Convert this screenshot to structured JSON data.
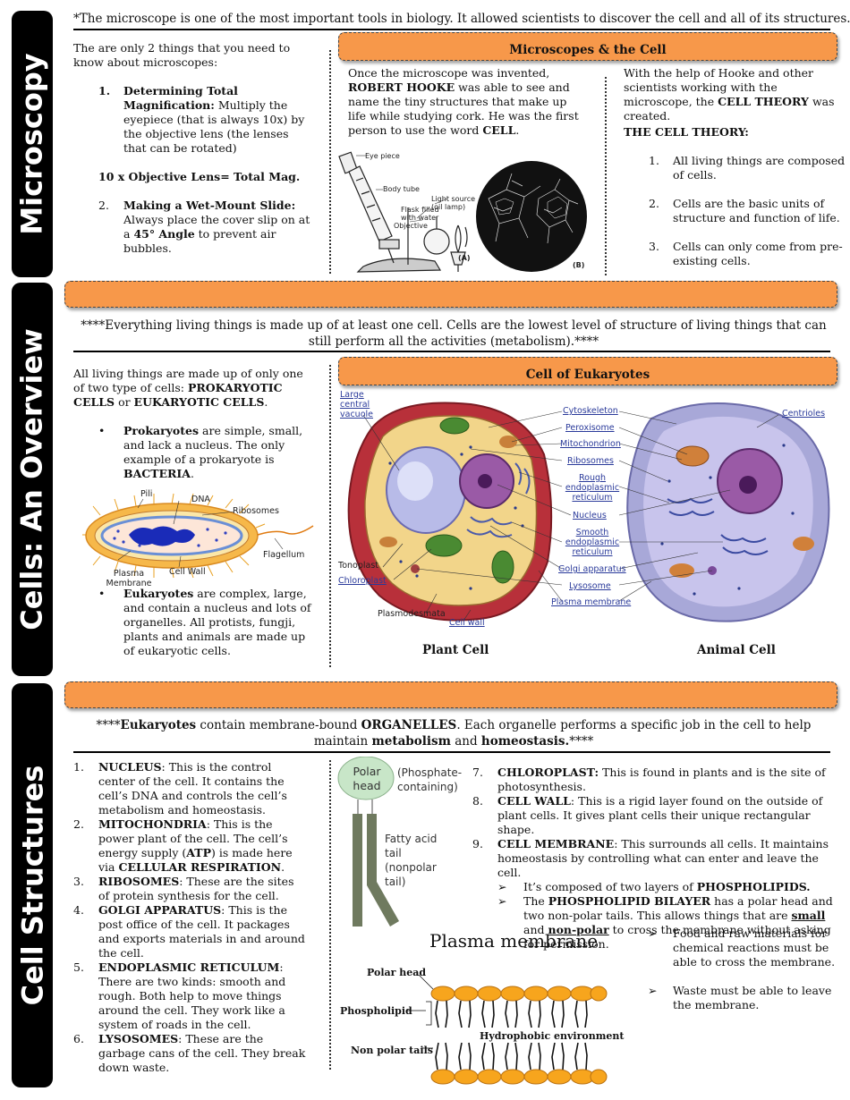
{
  "sidebar_labels": {
    "microscopy": "Microscopy",
    "cells_overview": "Cells: An Overview",
    "cell_structures": "Cell Structures"
  },
  "top_quote": "*The microscope is one of the most important tools in biology.  It allowed scientists to discover the cell and all of its structures.*",
  "microscopy": {
    "intro": "The are only 2 things that you need to know about microscopes:",
    "item1_title": "Determining Total Magnification:",
    "item1_text": " Multiply the eyepiece (that is always 10x) by the objective lens (the lenses that can be rotated)",
    "formula": "10 x Objective Lens= Total Mag.",
    "item2_title": "Making a Wet-Mount Slide:",
    "item2_text_a": "Always place the cover slip on at a ",
    "item2_bold": "45° Angle",
    "item2_text_b": " to prevent air bubbles."
  },
  "microscopes_cell": {
    "title": "Microscopes & the Cell",
    "hooke_a": "Once the microscope was invented, ",
    "hooke_bold": "ROBERT HOOKE",
    "hooke_b": " was able to see and name the tiny structures that make up life while studying cork.  He was the first person to use the word ",
    "hooke_word": "CELL",
    "hooke_end": ".",
    "diagram_labels": {
      "eye_piece": "Eye piece",
      "body_tube": "Body tube",
      "light_source": "Light source (oil lamp)",
      "flask": "Flask filled with water",
      "objective": "Objective",
      "a": "(A)",
      "b": "(B)"
    },
    "theory_intro_a": "With the help of Hooke and other scientists working with the microscope, the ",
    "theory_intro_bold": "CELL THEORY",
    "theory_intro_b": " was created.",
    "theory_title": "THE CELL THEORY:",
    "theory_points": [
      "All living things are composed of cells.",
      "Cells are the basic units of structure and function of life.",
      "Cells can only come from pre-existing cells."
    ]
  },
  "overview": {
    "quote": "****Everything living things is made up of at least one cell.  Cells are the lowest level of structure of living things that can still perform all the activities (metabolism).****",
    "intro_a": "All living things are made up of only one of two type of cells: ",
    "intro_b1": "PROKARYOTIC CELLS",
    "intro_or": " or ",
    "intro_b2": "EUKARYOTIC CELLS",
    "intro_end": ".",
    "prok_bold": "Prokaryotes",
    "prok_text": " are simple, small, and lack a nucleus.  The only example of a prokaryote is ",
    "prok_example": "BACTERIA",
    "prok_end": ".",
    "bacteria_labels": {
      "pili": "Pili",
      "dna": "DNA",
      "ribosomes": "Ribosomes",
      "flagellum": "Flagellum",
      "plasma_membrane": "Plasma Membrane",
      "cell_wall": "Cell Wall"
    },
    "euk_bold": "Eukaryotes",
    "euk_text": " are complex, large, and contain a nucleus and lots of organelles.  All protists, fungji, plants and animals are made up of eukaryotic cells.",
    "euk_title": "Cell of Eukaryotes",
    "diagram_labels": {
      "large_central_vacuole": "Large central vacuole",
      "cytoskeleton": "Cytoskeleton",
      "peroxisome": "Peroxisome",
      "mitochondrion": "Mitochondrion",
      "ribosomes": "Ribosomes",
      "rough_er": "Rough endoplasmic reticulum",
      "nucleus": "Nucleus",
      "smooth_er": "Smooth endoplasmic reticulum",
      "golgi": "Golgi apparatus",
      "lysosome": "Lysosome",
      "plasma_membrane": "Plasma membrane",
      "centrioles": "Centrioles",
      "tonoplast": "Tonoplast",
      "chloroplast": "Chloroplast",
      "plasmodesmata": "Plasmodesmata",
      "cell_wall": "Cell wall"
    },
    "plant_cell": "Plant Cell",
    "animal_cell": "Animal Cell"
  },
  "structures": {
    "quote_a": "****",
    "quote_b1": "Eukaryotes",
    "quote_mid": " contain membrane-bound ",
    "quote_b2": "ORGANELLES",
    "quote_rest": ".  Each organelle performs a specific job in the cell to help maintain ",
    "quote_b3": "metabolism",
    "quote_and": " and ",
    "quote_b4": "homeostasis.",
    "quote_end": "****",
    "items": [
      {
        "n": "1.",
        "title": "NUCLEUS",
        "text": ": This is the control center of the cell.  It contains the cell’s DNA and controls the cell’s metabolism and homeostasis."
      },
      {
        "n": "2.",
        "title": "MITOCHONDRIA",
        "text": ": This is the power plant of the cell. The cell’s energy supply (",
        "bold2": "ATP",
        "text2": ") is made here via ",
        "bold3": "CELLULAR RESPIRATION",
        "text3": "."
      },
      {
        "n": "3.",
        "title": "RIBOSOMES",
        "text": ": These are the sites of protein synthesis for the cell."
      },
      {
        "n": "4.",
        "title": "GOLGI APPARATUS",
        "text": ": This is the post office of the cell.   It packages and exports materials in and around the cell."
      },
      {
        "n": "5.",
        "title": "ENDOPLASMIC RETICULUM",
        "text": ":  There are two kinds: smooth and rough.  Both help to move things around the cell.  They work like a system of roads in the cell."
      },
      {
        "n": "6.",
        "title": "LYSOSOMES",
        "text": ": These are the garbage cans of the cell.  They break down waste."
      }
    ],
    "phospholipid_labels": {
      "polar_head": "Polar head",
      "phosphate": "(Phosphate-containing)",
      "fatty_acid": "Fatty acid tail (nonpolar tail)"
    },
    "items_right": [
      {
        "n": "7.",
        "title": "CHLOROPLAST:",
        "text": " This is found in plants and is the site of photosynthesis."
      },
      {
        "n": "8.",
        "title": "CELL WALL",
        "text": ": This is a rigid layer found on the outside of plant cells.  It gives plant cells their unique rectangular shape."
      },
      {
        "n": "9.",
        "title": "CELL MEMBRANE",
        "text": ": This surrounds all cells.  It maintains homeostasis by controlling what can enter and leave the cell."
      }
    ],
    "membrane_sub1_a": "It’s composed of two layers of ",
    "membrane_sub1_b": "PHOSPHOLIPIDS.",
    "membrane_sub2_a": "The ",
    "membrane_sub2_b": "PHOSPHOLIPID BILAYER",
    "membrane_sub2_c": " has a polar head and two non-polar tails.  This allows things that are ",
    "membrane_sub2_small": "small",
    "membrane_sub2_and": " and ",
    "membrane_sub2_np": "non-polar",
    "membrane_sub2_d": " to cross the membrane without asking for permission.",
    "plasma_title": "Plasma membrane",
    "bilayer_labels": {
      "polar_head": "Polar head",
      "phospholipid": "Phospholipid",
      "non_polar_tails": "Non polar tails",
      "hydrophobic": "Hydrophobic environment"
    },
    "bullets_right": [
      "Food and raw materials for chemical reactions must be able to cross the membrane.",
      "Waste must be able to leave the membrane."
    ]
  },
  "colors": {
    "orange": "#f7984a",
    "sidebar": "#000000"
  }
}
